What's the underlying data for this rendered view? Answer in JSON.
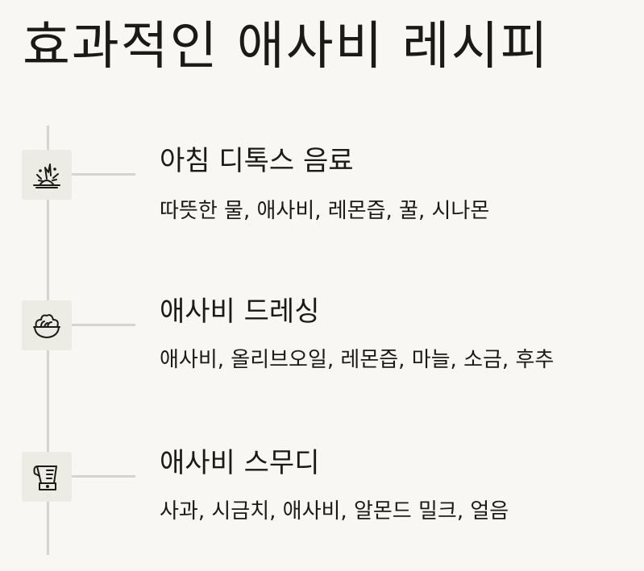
{
  "title": "효과적인 애사비 레시피",
  "recipes": [
    {
      "name": "아침 디톡스 음료",
      "ingredients": "따뜻한 물, 애사비, 레몬즙, 꿀, 시나몬",
      "icon": "sunrise-burst-icon"
    },
    {
      "name": "애사비 드레싱",
      "ingredients": "애사비, 올리브오일, 레몬즙, 마늘, 소금, 후추",
      "icon": "salad-bowl-icon"
    },
    {
      "name": "애사비 스무디",
      "ingredients": "사과, 시금치, 애사비, 알몬드 밀크, 얼음",
      "icon": "blender-icon"
    }
  ],
  "colors": {
    "background": "#f9f7f3",
    "line": "#d7d4cd",
    "icon_bg": "#ecebe4",
    "text": "#1c1a17"
  }
}
